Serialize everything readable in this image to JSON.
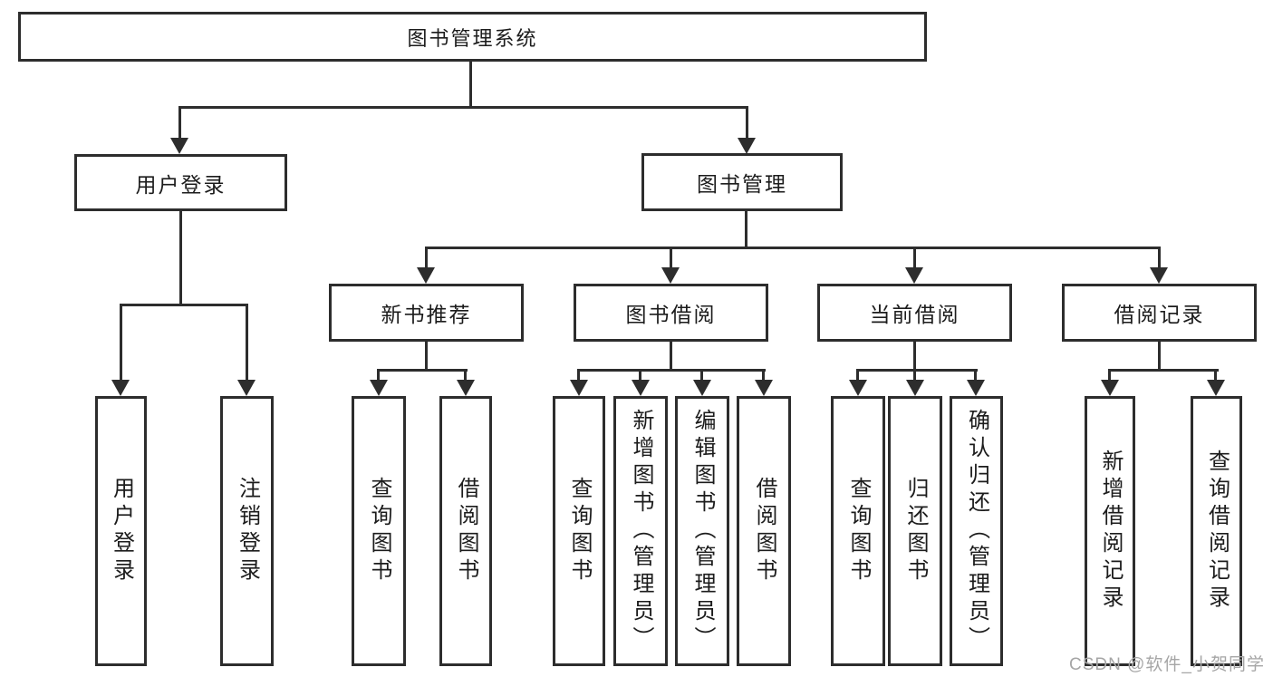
{
  "diagram": {
    "root": {
      "label": "图书管理系统"
    },
    "level2": [
      {
        "label": "用户登录"
      },
      {
        "label": "图书管理"
      }
    ],
    "level3": [
      {
        "label": "新书推荐"
      },
      {
        "label": "图书借阅"
      },
      {
        "label": "当前借阅"
      },
      {
        "label": "借阅记录"
      }
    ],
    "level4": [
      {
        "label": "用户登录"
      },
      {
        "label": "注销登录"
      },
      {
        "label": "查询图书"
      },
      {
        "label": "借阅图书"
      },
      {
        "label": "查询图书"
      },
      {
        "label": "新增图书（管理员）"
      },
      {
        "label": "编辑图书（管理员）"
      },
      {
        "label": "借阅图书"
      },
      {
        "label": "查询图书"
      },
      {
        "label": "归还图书"
      },
      {
        "label": "确认归还（管理员）"
      },
      {
        "label": "新增借阅记录"
      },
      {
        "label": "查询借阅记录"
      }
    ]
  },
  "watermark": {
    "text": "CSDN @软件_小贺同学"
  },
  "colors": {
    "line": "#2d2d2d",
    "text": "#1c1c1c",
    "watermark": "#a6a6a6",
    "background": "#ffffff"
  }
}
